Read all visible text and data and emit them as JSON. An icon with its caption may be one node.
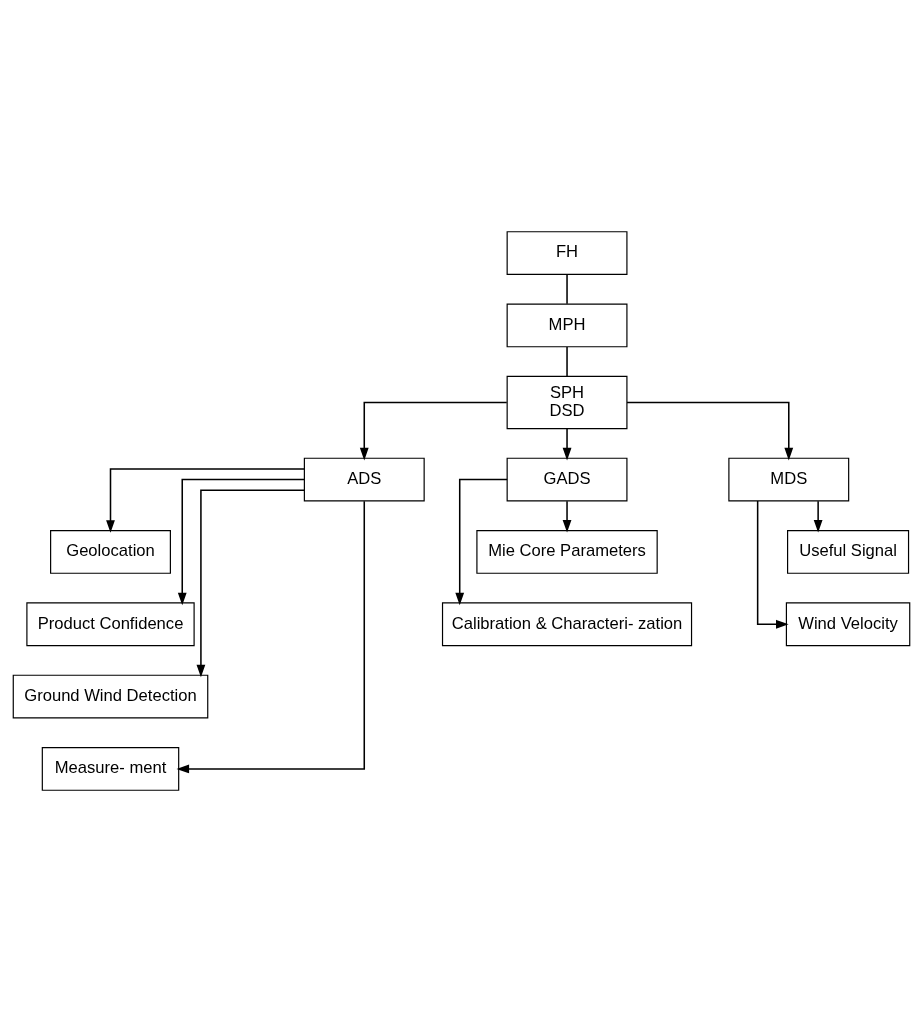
{
  "diagram": {
    "nodes": [
      {
        "text": [
          "FH"
        ]
      },
      {
        "text": [
          "MPH"
        ]
      },
      {
        "text": [
          "SPH",
          "DSD"
        ]
      },
      {
        "text": [
          "ADS"
        ]
      },
      {
        "text": [
          "Geolocation"
        ]
      },
      {
        "text": [
          "Product Confidence"
        ]
      },
      {
        "text": [
          "Ground Wind Detection"
        ]
      },
      {
        "text": [
          "Measure- ment"
        ]
      },
      {
        "text": [
          "GADS"
        ]
      },
      {
        "text": [
          "Mie Core Parameters"
        ]
      },
      {
        "text": [
          "Calibration & Characteri- zation"
        ]
      },
      {
        "text": [
          "MDS"
        ]
      },
      {
        "text": [
          "Useful Signal"
        ]
      },
      {
        "text": [
          "Wind Velocity"
        ]
      }
    ],
    "edges": [
      {
        "from": 0,
        "to": 1,
        "arrow": "none"
      },
      {
        "from": 1,
        "to": 2,
        "arrow": "none"
      },
      {
        "from": 2,
        "to": 11,
        "arrow": "to"
      },
      {
        "from": 2,
        "to": 8,
        "arrow": "to"
      },
      {
        "from": 2,
        "to": 3,
        "arrow": "to"
      },
      {
        "from": 3,
        "to": 4,
        "arrow": "to"
      },
      {
        "from": 3,
        "to": 5,
        "arrow": "to"
      },
      {
        "from": 3,
        "to": 6,
        "arrow": "to"
      },
      {
        "from": 3,
        "to": 7,
        "arrow": "to"
      },
      {
        "from": 8,
        "to": 9,
        "arrow": "to"
      },
      {
        "from": 8,
        "to": 10,
        "arrow": "to"
      },
      {
        "from": 11,
        "to": 12,
        "arrow": "to"
      },
      {
        "from": 11,
        "to": 13,
        "arrow": "to"
      }
    ]
  }
}
